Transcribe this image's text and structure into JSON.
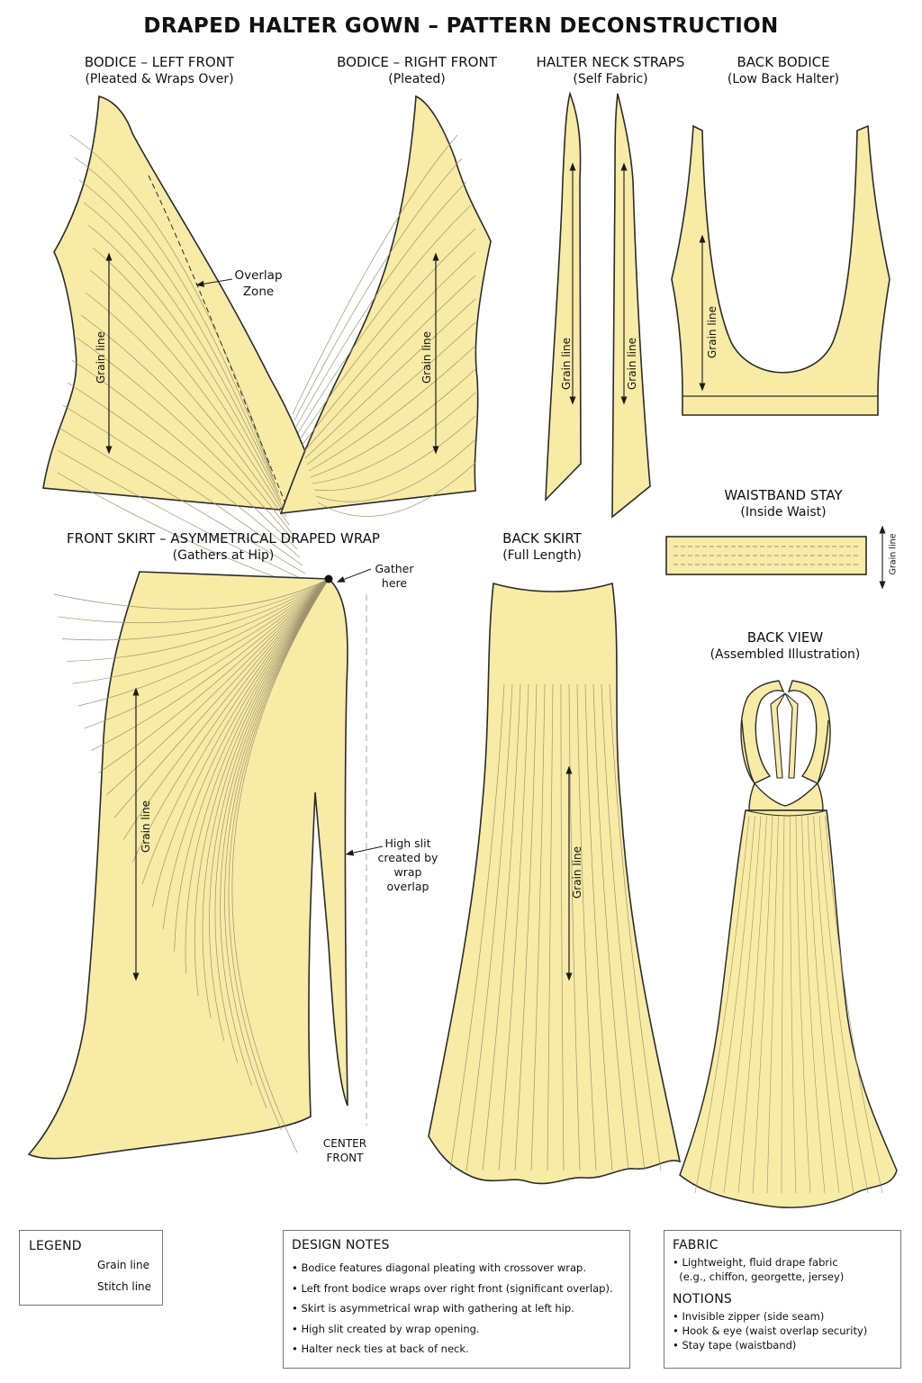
{
  "title": "DRAPED HALTER GOWN – PATTERN DECONSTRUCTION",
  "pieces": {
    "bodice_left": {
      "title": "BODICE – LEFT FRONT",
      "subtitle": "(Pleated & Wraps Over)",
      "grain": "Grain line",
      "overlap_1": "Overlap",
      "overlap_2": "Zone"
    },
    "bodice_right": {
      "title": "BODICE – RIGHT FRONT",
      "subtitle": "(Pleated)",
      "grain": "Grain line"
    },
    "halter_straps": {
      "title": "HALTER NECK STRAPS",
      "subtitle": "(Self Fabric)",
      "grain": "Grain line"
    },
    "back_bodice": {
      "title": "BACK BODICE",
      "subtitle": "(Low Back Halter)",
      "grain": "Grain line"
    },
    "waistband_stay": {
      "title": "WAISTBAND STAY",
      "subtitle": "(Inside Waist)",
      "grain": "Grain line"
    },
    "front_skirt": {
      "title": "FRONT SKIRT – ASYMMETRICAL DRAPED WRAP",
      "subtitle": "(Gathers at Hip)",
      "grain": "Grain line",
      "gather_1": "Gather",
      "gather_2": "here",
      "slit_1": "High slit",
      "slit_2": "created by",
      "slit_3": "wrap",
      "slit_4": "overlap",
      "center_1": "CENTER",
      "center_2": "FRONT"
    },
    "back_skirt": {
      "title": "BACK SKIRT",
      "subtitle": "(Full Length)",
      "grain": "Grain line"
    },
    "back_view": {
      "title": "BACK VIEW",
      "subtitle": "(Assembled Illustration)"
    }
  },
  "legend": {
    "title": "LEGEND",
    "grain": "Grain line",
    "stitch": "Stitch line"
  },
  "design_notes": {
    "title": "DESIGN NOTES",
    "items": [
      "• Bodice features diagonal pleating with crossover wrap.",
      "• Left front bodice wraps over right front (significant overlap).",
      "• Skirt is asymmetrical wrap with gathering at left hip.",
      "• High slit created by wrap opening.",
      "• Halter neck ties at back of neck."
    ]
  },
  "fabric": {
    "title": "FABRIC",
    "items": [
      "• Lightweight, fluid drape fabric",
      "  (e.g., chiffon, georgette, jersey)"
    ],
    "notions_title": "NOTIONS",
    "notions": [
      "• Invisible zipper (side seam)",
      "• Hook & eye (waist overlap security)",
      "• Stay tape (waistband)"
    ]
  },
  "colors": {
    "fabric": "#f8eba6",
    "outline": "#2b2b2b",
    "pleat": "#9c9270"
  }
}
